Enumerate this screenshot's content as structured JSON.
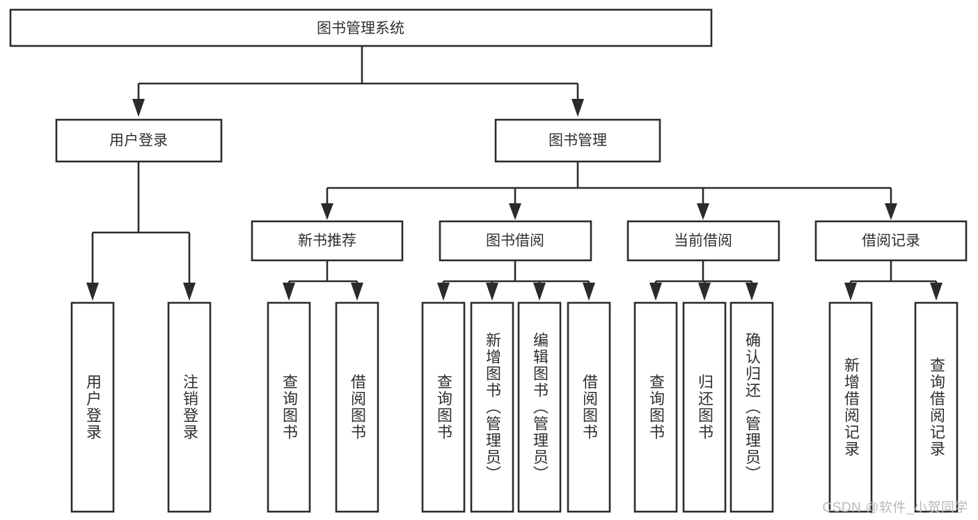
{
  "diagram": {
    "type": "tree-hierarchy-chart",
    "title": "图书管理系统",
    "colors": {
      "box_border": "#2b2b2b",
      "box_fill": "#ffffff",
      "text": "#2f2f2f",
      "connector": "#2b2b2b",
      "background": "#ffffff",
      "watermark": "#b9b9b9"
    },
    "root": {
      "label": "图书管理系统"
    },
    "level2": [
      {
        "id": "user-login",
        "label": "用户登录"
      },
      {
        "id": "book-management",
        "label": "图书管理"
      }
    ],
    "level3": [
      {
        "id": "new-book-recommend",
        "label": "新书推荐",
        "parent": "book-management"
      },
      {
        "id": "book-borrow",
        "label": "图书借阅",
        "parent": "book-management"
      },
      {
        "id": "current-borrow",
        "label": "当前借阅",
        "parent": "book-management"
      },
      {
        "id": "borrow-record",
        "label": "借阅记录",
        "parent": "book-management"
      }
    ],
    "leaves": [
      {
        "id": "leaf-user-login",
        "label": "用户登录",
        "parent": "user-login"
      },
      {
        "id": "leaf-logout-login",
        "label": "注销登录",
        "parent": "user-login"
      },
      {
        "id": "leaf-query-book-1",
        "label": "查询图书",
        "parent": "new-book-recommend"
      },
      {
        "id": "leaf-borrow-book-1",
        "label": "借阅图书",
        "parent": "new-book-recommend"
      },
      {
        "id": "leaf-query-book-2",
        "label": "查询图书",
        "parent": "book-borrow"
      },
      {
        "id": "leaf-add-book-admin",
        "label": "新增图书（管理员）",
        "parent": "book-borrow"
      },
      {
        "id": "leaf-edit-book-admin",
        "label": "编辑图书（管理员）",
        "parent": "book-borrow"
      },
      {
        "id": "leaf-borrow-book-2",
        "label": "借阅图书",
        "parent": "book-borrow"
      },
      {
        "id": "leaf-query-book-3",
        "label": "查询图书",
        "parent": "current-borrow"
      },
      {
        "id": "leaf-return-book",
        "label": "归还图书",
        "parent": "current-borrow"
      },
      {
        "id": "leaf-confirm-return-admin",
        "label": "确认归还（管理员）",
        "parent": "current-borrow"
      },
      {
        "id": "leaf-add-borrow-record",
        "label": "新增借阅记录",
        "parent": "borrow-record"
      },
      {
        "id": "leaf-query-borrow-record",
        "label": "查询借阅记录",
        "parent": "borrow-record"
      }
    ]
  },
  "watermark": {
    "text": "CSDN @软件_小贺同学"
  }
}
